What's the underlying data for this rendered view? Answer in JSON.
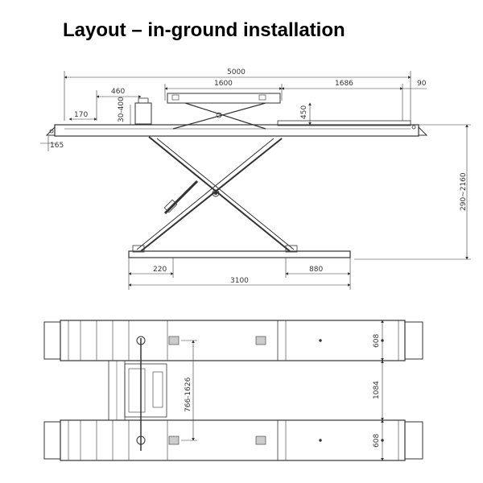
{
  "title": "Layout – in-ground installation",
  "side_view": {
    "dims": {
      "overall": "5000",
      "top_platform": "1600",
      "extension": "1686",
      "end_gap": "90",
      "jack_offset": "460",
      "jack_height": "30-400",
      "ramp_length": "170",
      "ramp_height": "165",
      "lift_step": "450",
      "height_range": "290~2160",
      "base_offset": "220",
      "base_length": "3100",
      "base_right": "880"
    }
  },
  "top_view": {
    "dims": {
      "runway_width_top": "608",
      "track_gap": "1084",
      "runway_width_bottom": "608",
      "inner_range": "766-1626"
    }
  }
}
